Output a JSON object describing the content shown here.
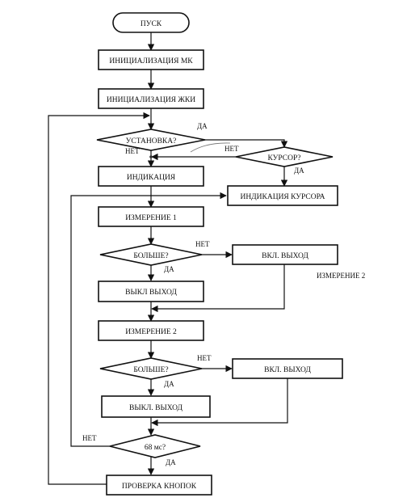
{
  "diagram": {
    "start": "ПУСК",
    "init_mk": "ИНИЦИАЛИЗАЦИЯ МК",
    "init_lcd": "ИНИЦИАЛИЗАЦИЯ ЖКИ",
    "setup_question": "УСТАНОВКА?",
    "cursor_question": "КУРСОР?",
    "indication": "ИНДИКАЦИЯ",
    "cursor_indication": "ИНДИКАЦИЯ КУРСОРА",
    "measure_1": "ИЗМЕРЕНИЕ 1",
    "greater_question_1": "БОЛЬШЕ?",
    "output_on_1": "ВКЛ. ВЫХОД",
    "output_off_1": "ВЫКЛ ВЫХОД",
    "side_label_measure_2": "ИЗМЕРЕНИЕ 2",
    "measure_2": "ИЗМЕРЕНИЕ 2",
    "greater_question_2": "БОЛЬШЕ?",
    "output_on_2": "ВКЛ. ВЫХОД",
    "output_off_2": "ВЫКЛ. ВЫХОД",
    "timer_question": "68 мс?",
    "check_buttons": "ПРОВЕРКА КНОПОК",
    "label_yes": "ДА",
    "label_no": "НЕТ"
  }
}
